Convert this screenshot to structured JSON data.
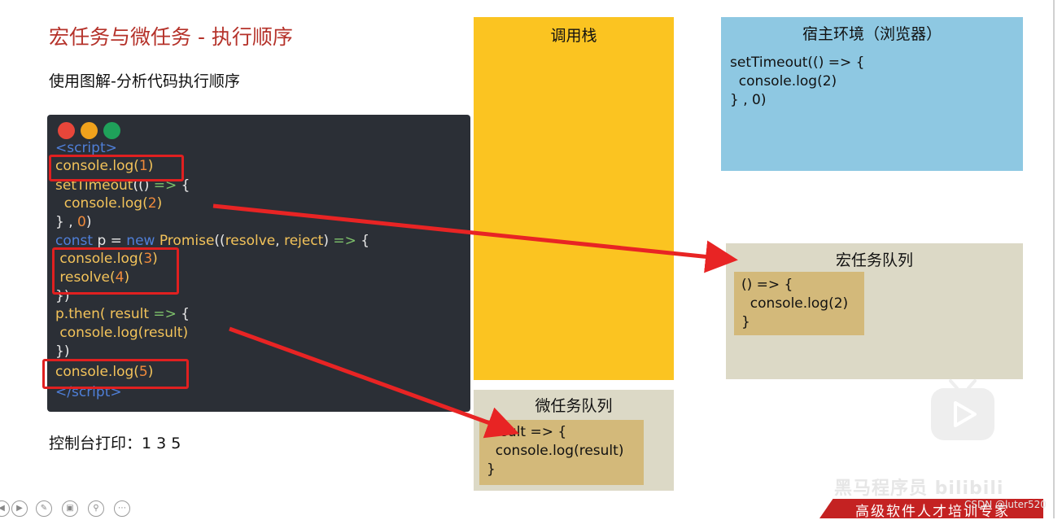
{
  "slide": {
    "title": "宏任务与微任务 - 执行顺序",
    "subtitle": "使用图解-分析代码执行顺序",
    "console_output": "控制台打印：1   3   5"
  },
  "code_panel": {
    "dots": [
      "#e8463a",
      "#f0a21c",
      "#1fa15a"
    ],
    "lines": [
      [
        {
          "t": "<script>",
          "c": "c-tag"
        }
      ],
      [
        {
          "t": "console.log(",
          "c": "c-fn"
        },
        {
          "t": "1",
          "c": "c-num"
        },
        {
          "t": ")",
          "c": "c-fn"
        }
      ],
      [
        {
          "t": "setTimeout",
          "c": "c-fn"
        },
        {
          "t": "(() ",
          "c": "c-plain"
        },
        {
          "t": "=>",
          "c": "c-arrow"
        },
        {
          "t": " {",
          "c": "c-plain"
        }
      ],
      [
        {
          "t": "  console.log(",
          "c": "c-fn"
        },
        {
          "t": "2",
          "c": "c-num"
        },
        {
          "t": ")",
          "c": "c-fn"
        }
      ],
      [
        {
          "t": "} , ",
          "c": "c-plain"
        },
        {
          "t": "0",
          "c": "c-num"
        },
        {
          "t": ")",
          "c": "c-plain"
        }
      ],
      [
        {
          "t": "const ",
          "c": "c-kw"
        },
        {
          "t": "p = ",
          "c": "c-plain"
        },
        {
          "t": "new ",
          "c": "c-kw"
        },
        {
          "t": "Promise",
          "c": "c-fn"
        },
        {
          "t": "((",
          "c": "c-plain"
        },
        {
          "t": "resolve",
          "c": "c-fn"
        },
        {
          "t": ", ",
          "c": "c-plain"
        },
        {
          "t": "reject",
          "c": "c-fn"
        },
        {
          "t": ") ",
          "c": "c-plain"
        },
        {
          "t": "=>",
          "c": "c-arrow"
        },
        {
          "t": " {",
          "c": "c-plain"
        }
      ],
      [
        {
          "t": " console.log(",
          "c": "c-fn"
        },
        {
          "t": "3",
          "c": "c-num"
        },
        {
          "t": ")",
          "c": "c-fn"
        }
      ],
      [
        {
          "t": " resolve(",
          "c": "c-fn"
        },
        {
          "t": "4",
          "c": "c-num"
        },
        {
          "t": ")",
          "c": "c-fn"
        }
      ],
      [
        {
          "t": "})",
          "c": "c-plain"
        }
      ],
      [
        {
          "t": "p.then( ",
          "c": "c-fn"
        },
        {
          "t": "result ",
          "c": "c-fn"
        },
        {
          "t": "=>",
          "c": "c-arrow"
        },
        {
          "t": " {",
          "c": "c-plain"
        }
      ],
      [
        {
          "t": " console.log(",
          "c": "c-fn"
        },
        {
          "t": "result",
          "c": "c-fn"
        },
        {
          "t": ")",
          "c": "c-fn"
        }
      ],
      [
        {
          "t": "})",
          "c": "c-plain"
        }
      ],
      [
        {
          "t": "console.log(",
          "c": "c-fn"
        },
        {
          "t": "5",
          "c": "c-num"
        },
        {
          "t": ")",
          "c": "c-fn"
        }
      ],
      [
        {
          "t": "</",
          "c": "c-tag"
        },
        {
          "t": "script",
          "c": "c-tag"
        },
        {
          "t": ">",
          "c": "c-tag"
        }
      ]
    ]
  },
  "call_stack": {
    "title": "调用栈"
  },
  "host_env": {
    "title": "宿主环境（浏览器）",
    "lines": [
      "setTimeout(() => {",
      "  console.log(2)",
      "} , 0)"
    ]
  },
  "macro_queue": {
    "title": "宏任务队列",
    "lines": [
      "() => {",
      "  console.log(2)",
      "}"
    ]
  },
  "micro_queue": {
    "title": "微任务队列",
    "lines": [
      "result => {",
      "  console.log(result)",
      "}"
    ]
  },
  "branding": {
    "banner": "高级软件人才培训专家",
    "watermark": "CSDN @luter520",
    "logo": "黑马程序员 bilibili"
  },
  "colors": {
    "title": "#b5322a",
    "code_bg": "#2b2f36",
    "call_stack": "#fbc421",
    "host_env": "#8ec8e2",
    "queue_bg": "#dcd9c6",
    "card_bg": "#d3b97a",
    "arrow": "#e82424",
    "banner": "#c42222"
  },
  "toolbar": {
    "icons": [
      "back-icon",
      "forward-icon",
      "pen-icon",
      "copy-icon",
      "zoom-icon",
      "more-icon"
    ]
  }
}
